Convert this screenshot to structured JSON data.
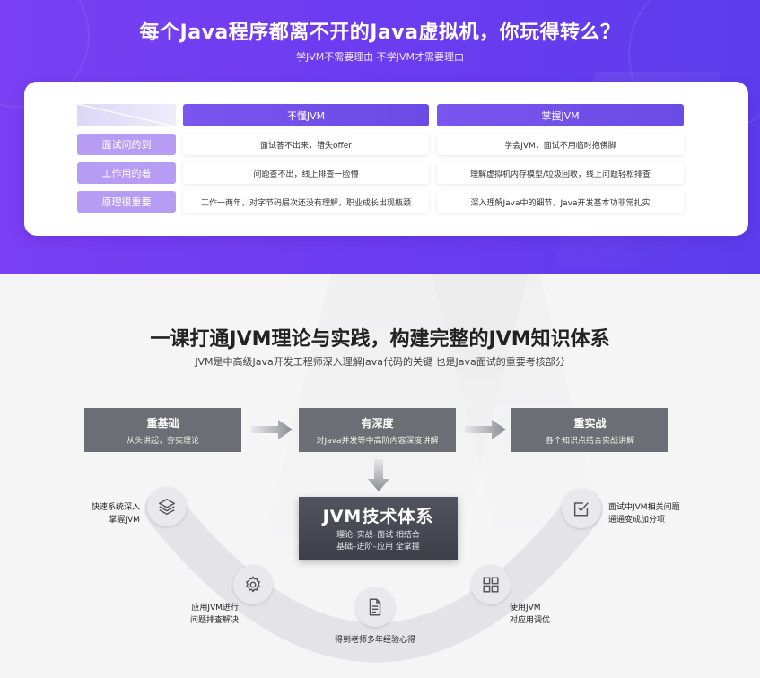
{
  "hero": {
    "title": "每个Java程序都离不开的Java虚拟机，你玩得转么？",
    "subtitle": "学JVM不需要理由 不学JVM才需要理由"
  },
  "comparison": {
    "columns": [
      "不懂JVM",
      "掌握JVM"
    ],
    "rows": [
      {
        "label": "面试问的到",
        "a": "面试答不出来，错失offer",
        "b": "学会JVM，面试不用临时抱佛脚"
      },
      {
        "label": "工作用的着",
        "a": "问题查不出，线上排查一脸懵",
        "b": "理解虚拟机内存模型/垃圾回收，线上问题轻松排查"
      },
      {
        "label": "原理很重要",
        "a": "工作一两年，对字节码层次还没有理解，职业成长出现瓶颈",
        "b": "深入理解Java中的细节，Java开发基本功非常扎实"
      }
    ]
  },
  "section": {
    "title": "一课打通JVM理论与实践，构建完整的JVM知识体系",
    "subtitle": "JVM是中高级Java开发工程师深入理解Java代码的关键 也是Java面试的重要考核部分"
  },
  "steps": [
    {
      "title": "重基础",
      "desc": "从头讲起，夯实理论"
    },
    {
      "title": "有深度",
      "desc": "对Java并发等中高阶内容深度讲解"
    },
    {
      "title": "重实战",
      "desc": "各个知识点结合实战讲解"
    }
  ],
  "core": {
    "title": "JVM技术体系",
    "line1": "理论–实战–面试 相结合",
    "line2": "基础–进阶–应用 全掌握"
  },
  "benefits": [
    {
      "icon": "layers-icon",
      "line1": "快速系统深入",
      "line2": "掌握JVM"
    },
    {
      "icon": "gear-icon",
      "line1": "应用JVM进行",
      "line2": "问题排查解决"
    },
    {
      "icon": "document-icon",
      "line1": "得到老师多年经验心得",
      "line2": ""
    },
    {
      "icon": "grid-icon",
      "line1": "使用JVM",
      "line2": "对应用调优"
    },
    {
      "icon": "checklist-icon",
      "line1": "面试中JVM相关问题",
      "line2": "通通变成加分项"
    }
  ],
  "colors": {
    "hero_purple": "#6c3cf0",
    "header_purple": "#7a55ee",
    "row_label_purple": "#b79cf4",
    "step_gray": "#6d6d75",
    "core_dark": "#45454f"
  }
}
